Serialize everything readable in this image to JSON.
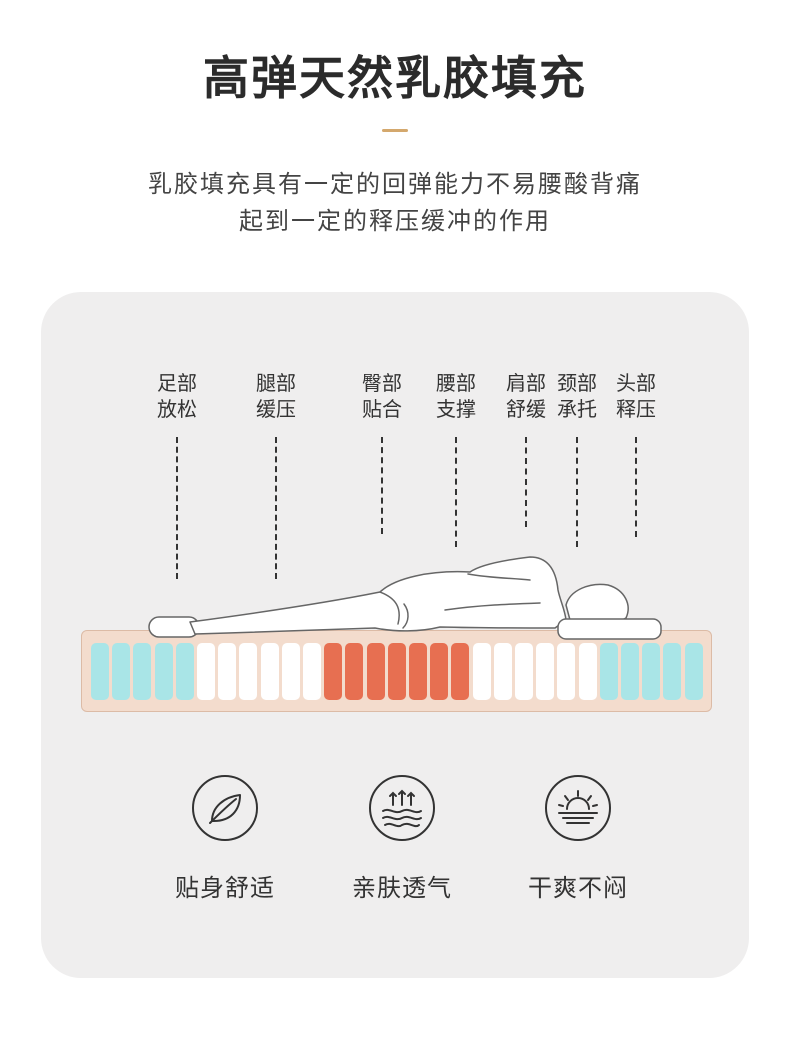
{
  "header": {
    "title": "高弹天然乳胶填充",
    "subtitle_line1": "乳胶填充具有一定的回弹能力不易腰酸背痛",
    "subtitle_line2": "起到一定的释压缓冲的作用"
  },
  "zones": [
    {
      "line1": "足部",
      "line2": "放松"
    },
    {
      "line1": "腿部",
      "line2": "缓压"
    },
    {
      "line1": "臀部",
      "line2": "贴合"
    },
    {
      "line1": "腰部",
      "line2": "支撑"
    },
    {
      "line1": "肩部",
      "line2": "舒缓"
    },
    {
      "line1": "颈部",
      "line2": "承托"
    },
    {
      "line1": "头部",
      "line2": "释压"
    }
  ],
  "mattress_zones": {
    "colors": {
      "blue": "#a9e5e7",
      "white": "#ffffff",
      "red": "#e76f51",
      "base": "#f3dccd"
    },
    "pattern": [
      "blue",
      "blue",
      "blue",
      "blue",
      "blue",
      "white",
      "white",
      "white",
      "white",
      "white",
      "white",
      "red",
      "red",
      "red",
      "red",
      "red",
      "red",
      "red",
      "white",
      "white",
      "white",
      "white",
      "white",
      "white",
      "blue",
      "blue",
      "blue",
      "blue",
      "blue"
    ]
  },
  "features": [
    {
      "icon": "leaf-icon",
      "label": "贴身舒适"
    },
    {
      "icon": "breathable-waves-icon",
      "label": "亲肤透气"
    },
    {
      "icon": "sunrise-icon",
      "label": "干爽不闷"
    }
  ],
  "colors": {
    "accent": "#d4a86d",
    "panel": "#efeeee"
  }
}
